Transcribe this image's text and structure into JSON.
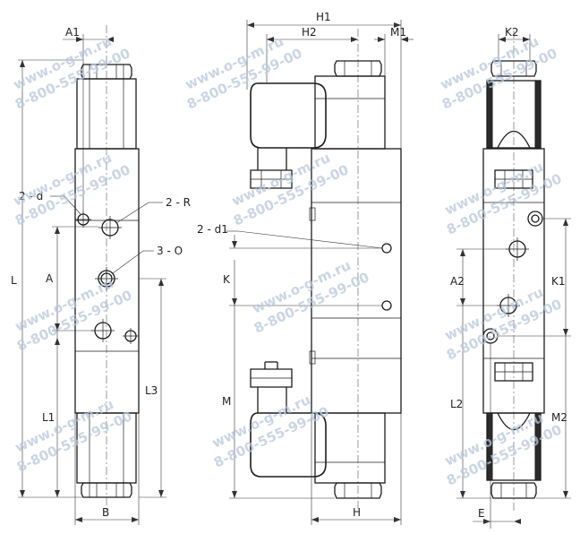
{
  "watermark": {
    "site": "www.o-g-m.ru",
    "phone": "8-800-555-99-00"
  },
  "left_view": {
    "dim_A1": "A1",
    "dim_L": "L",
    "dim_A": "A",
    "dim_L1": "L1",
    "dim_L3": "L3",
    "dim_B": "B",
    "callout_d": "2 - d",
    "callout_R": "2 - R",
    "callout_O": "3 - O"
  },
  "middle_view": {
    "dim_H1": "H1",
    "dim_H2": "H2",
    "dim_M1": "M1",
    "dim_K": "K",
    "dim_M": "M",
    "dim_H": "H",
    "callout_d1": "2 - d1"
  },
  "right_view": {
    "dim_K2": "K2",
    "dim_A2": "A2",
    "dim_K1": "K1",
    "dim_L2": "L2",
    "dim_M2": "M2",
    "dim_E": "E"
  }
}
